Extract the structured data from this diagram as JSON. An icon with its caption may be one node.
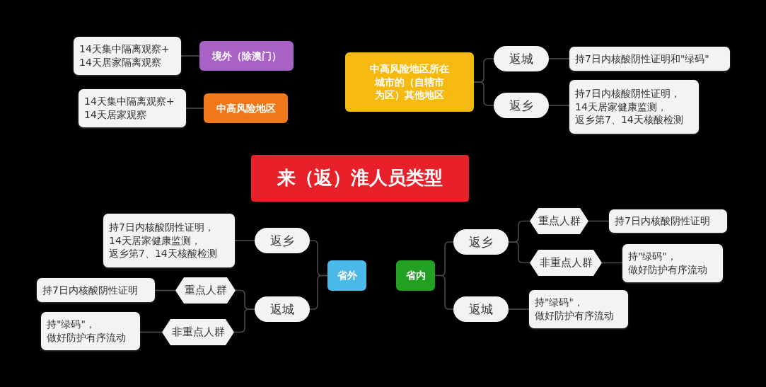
{
  "diagram": {
    "nodes": [
      {
        "text": [
          "来（返）淮人员类型"
        ]
      },
      {
        "text": [
          "境外（除澳门）"
        ]
      },
      {
        "text": [
          "14天集中隔离观察+14天居家隔离观察"
        ]
      },
      {
        "text": [
          "中高风险地区"
        ]
      },
      {
        "text": [
          "14天集中隔离观察+14天居家观察"
        ]
      },
      {
        "text": [
          "中高风险地区所在城市的（自辖市为区）其他地区"
        ]
      },
      {
        "text": [
          "返城"
        ]
      },
      {
        "text": [
          "持7日内核酸阴性证明和\"绿码\""
        ]
      },
      {
        "text": [
          "返乡"
        ]
      },
      {
        "text": [
          "持7日内核酸阴性证明，14天居家健康监测，返乡第7、14天核酸检测"
        ]
      },
      {
        "text": [
          "省外"
        ]
      },
      {
        "text": [
          "返乡"
        ]
      },
      {
        "text": [
          "持7日内核酸阴性证明，14天居家健康监测，返乡第7、14天核酸检测"
        ]
      },
      {
        "text": [
          "返城"
        ]
      },
      {
        "text": [
          "重点人群"
        ]
      },
      {
        "text": [
          "持7日内核酸阴性证明"
        ]
      },
      {
        "text": [
          "非重点人群"
        ]
      },
      {
        "text": [
          "持\"绿码\"，做好防护有序流动"
        ]
      },
      {
        "text": [
          "省内"
        ]
      },
      {
        "text": [
          "返乡"
        ]
      },
      {
        "text": [
          "重点人群"
        ]
      },
      {
        "text": [
          "持7日内核酸阴性证明"
        ]
      },
      {
        "text": [
          "非重点人群"
        ]
      },
      {
        "text": [
          "持\"绿码\"，做好防护有序流动"
        ]
      },
      {
        "text": [
          "返城"
        ]
      },
      {
        "text": [
          "持\"绿码\"，做好防护有序流动"
        ]
      }
    ],
    "edges": [
      {
        "from": 1,
        "to": 2,
        "arrow": "none"
      },
      {
        "from": 3,
        "to": 4,
        "arrow": "none"
      },
      {
        "from": 5,
        "to": 6,
        "arrow": "none"
      },
      {
        "from": 5,
        "to": 8,
        "arrow": "none"
      },
      {
        "from": 6,
        "to": 7,
        "arrow": "none"
      },
      {
        "from": 8,
        "to": 9,
        "arrow": "none"
      },
      {
        "from": 10,
        "to": 11,
        "arrow": "none"
      },
      {
        "from": 10,
        "to": 13,
        "arrow": "none"
      },
      {
        "from": 11,
        "to": 12,
        "arrow": "none"
      },
      {
        "from": 13,
        "to": 14,
        "arrow": "none"
      },
      {
        "from": 13,
        "to": 16,
        "arrow": "none"
      },
      {
        "from": 14,
        "to": 15,
        "arrow": "none"
      },
      {
        "from": 16,
        "to": 17,
        "arrow": "none"
      },
      {
        "from": 18,
        "to": 19,
        "arrow": "none"
      },
      {
        "from": 18,
        "to": 24,
        "arrow": "none"
      },
      {
        "from": 19,
        "to": 20,
        "arrow": "none"
      },
      {
        "from": 19,
        "to": 22,
        "arrow": "none"
      },
      {
        "from": 20,
        "to": 21,
        "arrow": "none"
      },
      {
        "from": 22,
        "to": 23,
        "arrow": "none"
      },
      {
        "from": 24,
        "to": 25,
        "arrow": "none"
      }
    ]
  }
}
